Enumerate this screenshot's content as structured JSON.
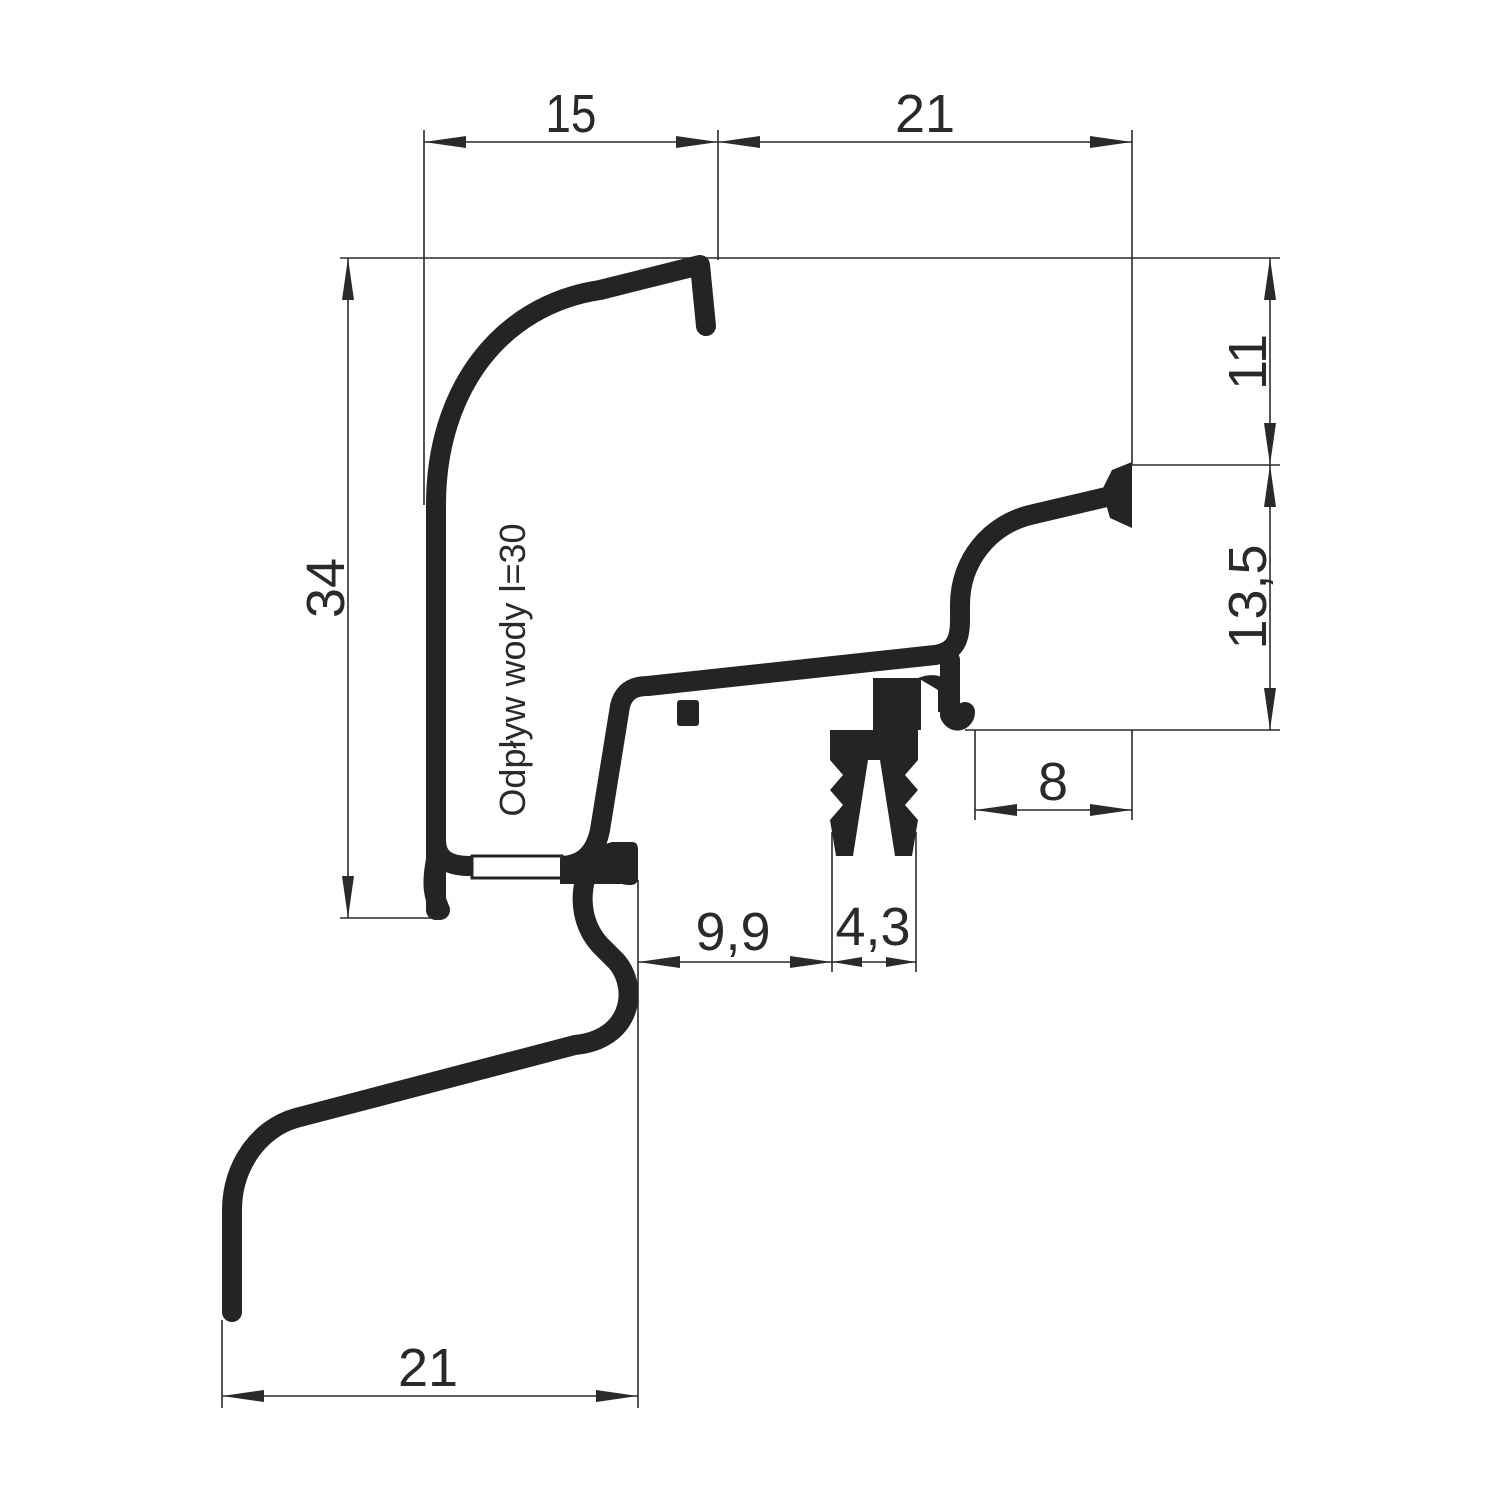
{
  "dimensions": {
    "top_left_width": "15",
    "top_right_width": "21",
    "total_height": "34",
    "upper_right_height": "11",
    "lower_right_height": "13,5",
    "right_offset": "8",
    "gap_width": "9,9",
    "clip_width": "4,3",
    "bottom_width": "21"
  },
  "annotation": {
    "drainage": "Odpływ wody l=30"
  },
  "colors": {
    "profile": "#242424",
    "dimension_line": "#2a2a2a",
    "background": "#ffffff"
  }
}
